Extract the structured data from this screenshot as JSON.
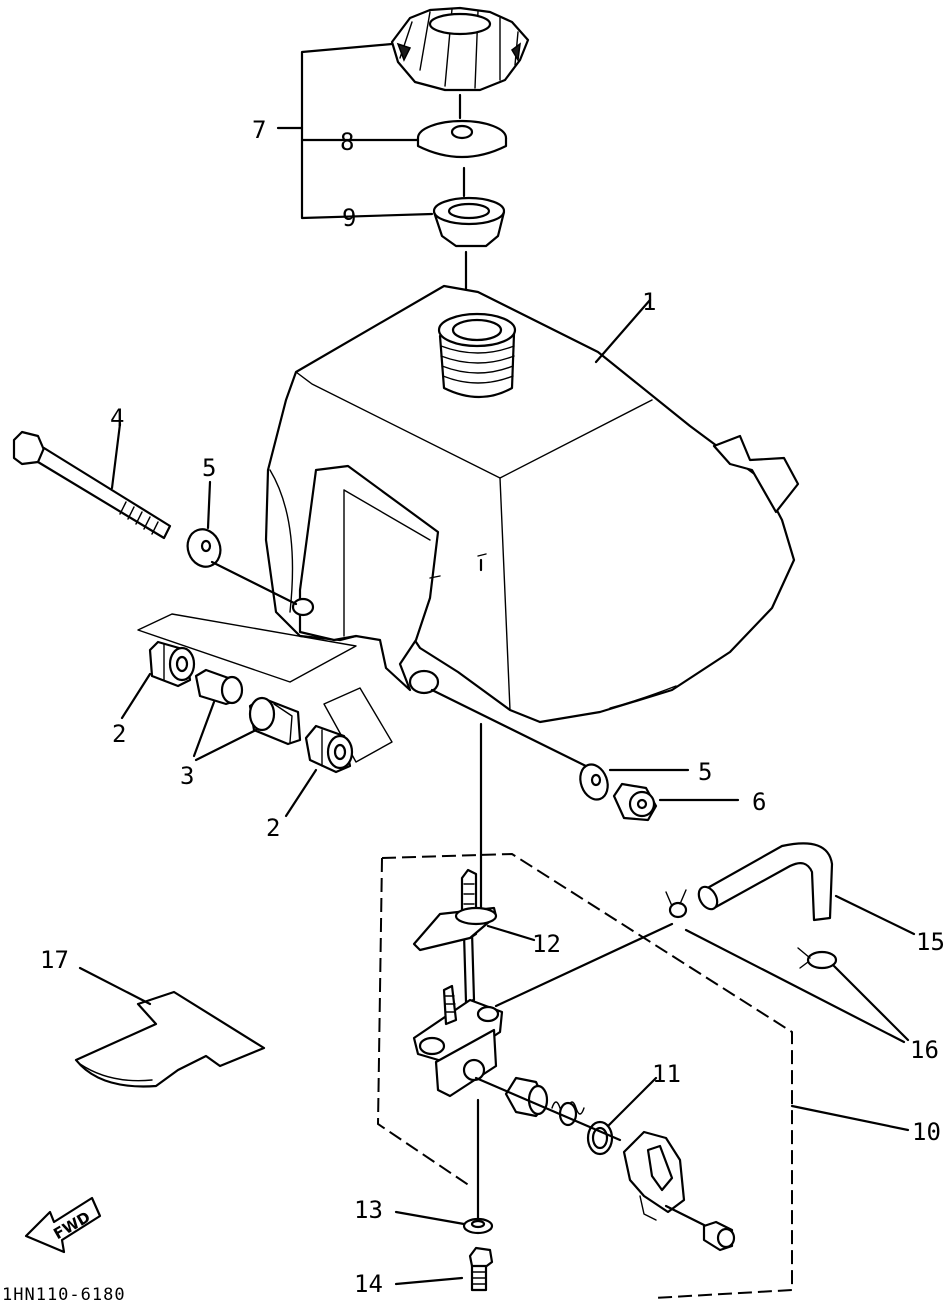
{
  "callouts": {
    "c1": "1",
    "c2a": "2",
    "c2b": "2",
    "c3": "3",
    "c4": "4",
    "c5a": "5",
    "c5b": "5",
    "c6": "6",
    "c7": "7",
    "c8": "8",
    "c9": "9",
    "c10": "10",
    "c11": "11",
    "c12": "12",
    "c13": "13",
    "c14": "14",
    "c15": "15",
    "c16": "16",
    "c17": "17"
  },
  "fwd_label": "FWD",
  "drawing_code": "1HN110-6180"
}
